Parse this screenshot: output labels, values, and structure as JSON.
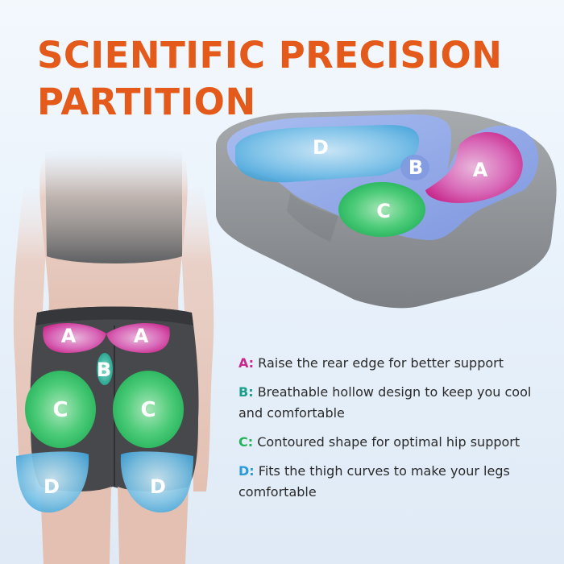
{
  "headline": {
    "line1": "SCIENTIFIC PRECISION",
    "line2": "PARTITION"
  },
  "cushion_zones": {
    "a": "A",
    "b": "B",
    "c": "C",
    "d": "D"
  },
  "body_zones": {
    "a_left": "A",
    "a_right": "A",
    "b": "B",
    "c_left": "C",
    "c_right": "C",
    "d_left": "D",
    "d_right": "D"
  },
  "legend": [
    {
      "key": "A:",
      "text": "Raise the rear edge for better support"
    },
    {
      "key": "B:",
      "text": "Breathable hollow design to keep you cool and comfortable"
    },
    {
      "key": "C:",
      "text": "Contoured shape for optimal hip support"
    },
    {
      "key": "D:",
      "text": "Fits the thigh curves to make your legs comfortable"
    }
  ],
  "colors": {
    "headline": "#e35a1b",
    "zone_a": "#c8288a",
    "zone_b": "#18a08a",
    "zone_c": "#25b35a",
    "zone_d": "#2a9bd8",
    "cushion_gray": "#8e9296",
    "cushion_top": "#8ea6e8"
  },
  "icons": {
    "cushion": "seat-cushion-illustration",
    "body": "person-back-illustration"
  }
}
